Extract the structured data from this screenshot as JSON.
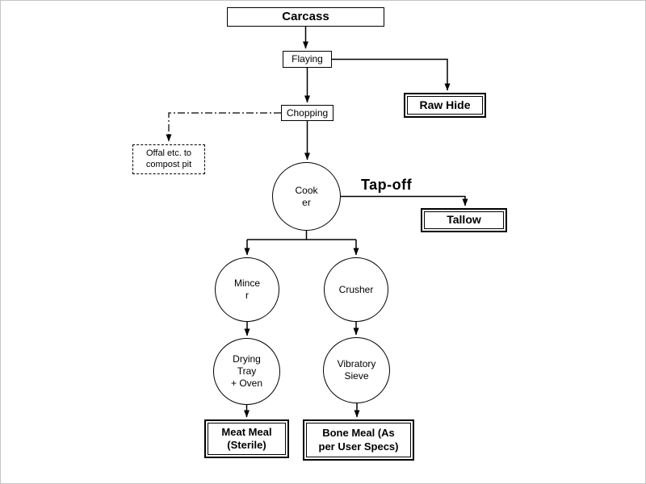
{
  "diagram": {
    "nodes": {
      "carcass": {
        "label": "Carcass"
      },
      "flaying": {
        "label": "Flaying"
      },
      "raw_hide": {
        "label": "Raw Hide"
      },
      "chopping": {
        "label": "Chopping"
      },
      "offal": {
        "label": "Offal etc. to\ncompost pit"
      },
      "cooker": {
        "label": "Cook\ner"
      },
      "tallow": {
        "label": "Tallow"
      },
      "mincer": {
        "label": "Mince\nr"
      },
      "crusher": {
        "label": "Crusher"
      },
      "drying_tray_oven": {
        "label": "Drying\nTray\n+ Oven"
      },
      "vibratory_sieve": {
        "label": "Vibratory\nSieve"
      },
      "meat_meal": {
        "label": "Meat Meal\n(Sterile)"
      },
      "bone_meal": {
        "label": "Bone Meal (As\nper User Specs)"
      }
    },
    "edge_labels": {
      "tap_off": "Tap-off"
    },
    "colors": {
      "line": "#000000",
      "node_fill": "#ffffff",
      "background": "#ffffff"
    }
  }
}
